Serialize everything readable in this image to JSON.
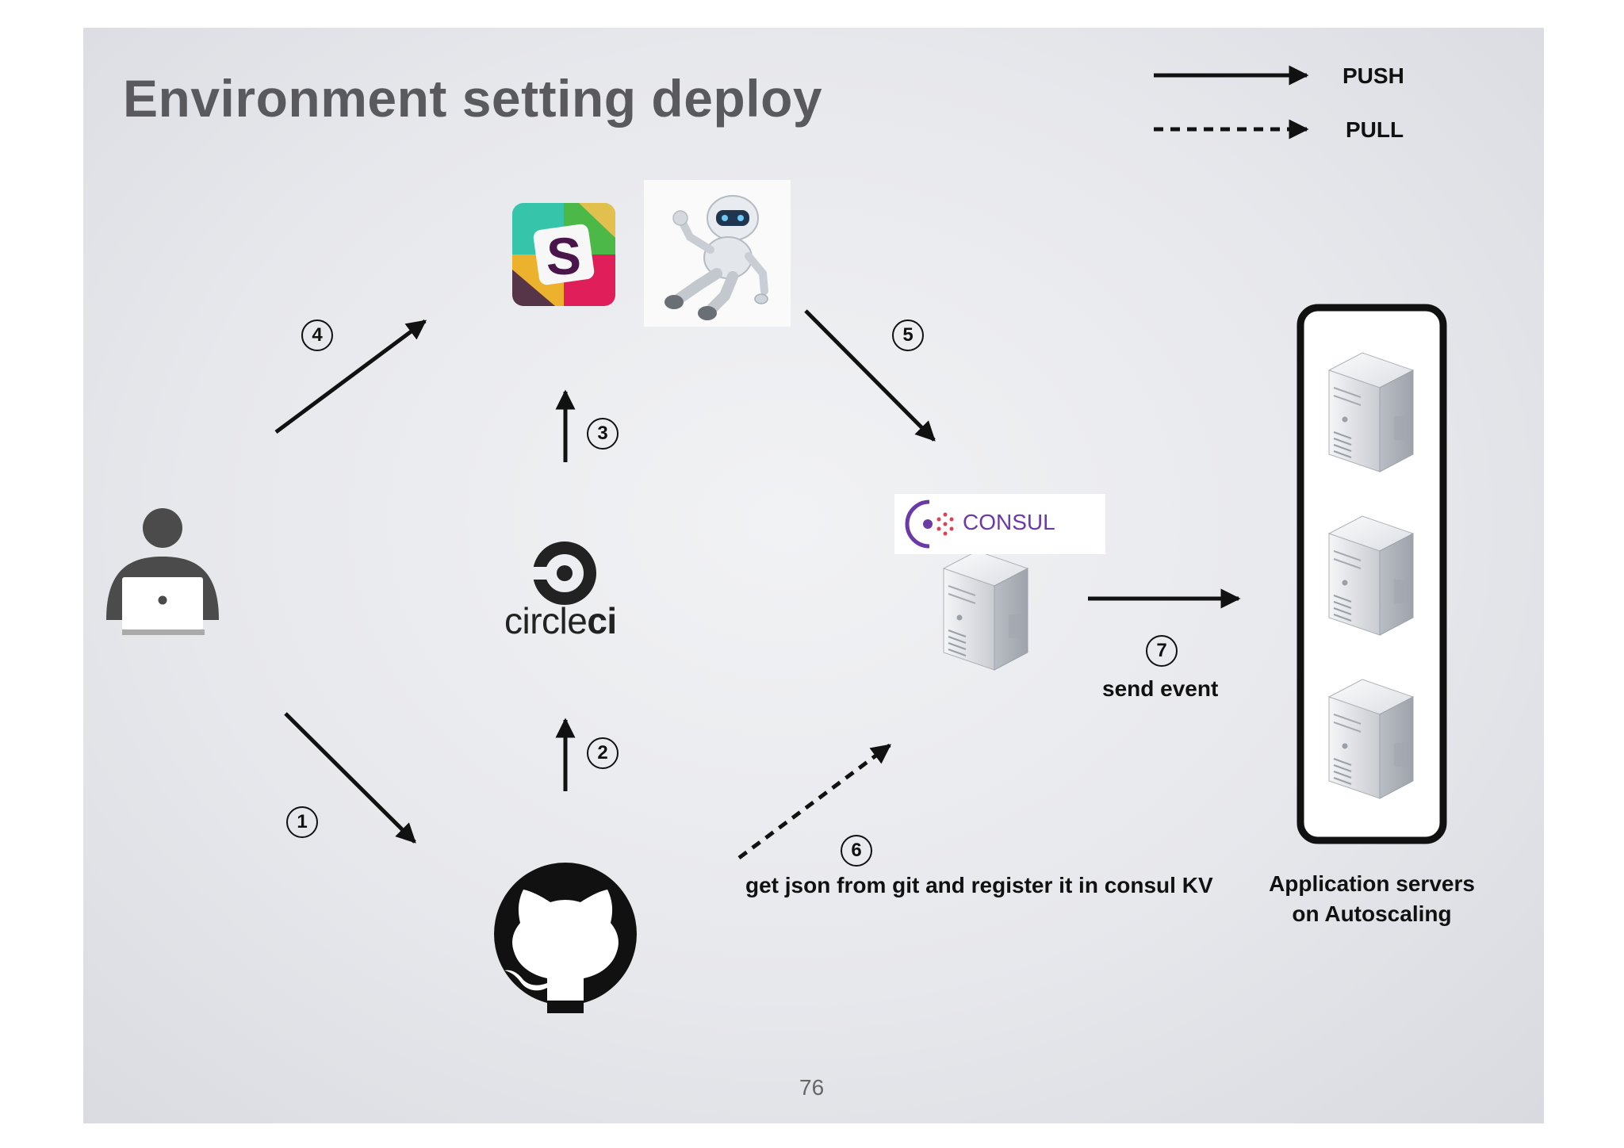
{
  "title": "Environment setting deploy",
  "legend": {
    "push_label": "PUSH",
    "pull_label": "PULL"
  },
  "steps": {
    "s1": "1",
    "s2": "2",
    "s3": "3",
    "s4": "4",
    "s5": "5",
    "s6": "6",
    "s7": "7"
  },
  "captions": {
    "send_event": "send event",
    "get_json": "get json from git and register it in consul KV",
    "app_servers_line1": "Application servers",
    "app_servers_line2": "on Autoscaling"
  },
  "logos": {
    "circleci_light": "circle",
    "circleci_bold": "ci",
    "consul": "CONSUL",
    "slack_letter": "S"
  },
  "page_number": "76",
  "colors": {
    "slack_teal": "#36c5ab",
    "slack_green": "#4bb848",
    "slack_yellow": "#ecb22e",
    "slack_red": "#e01e5a",
    "slack_purple": "#4a154b",
    "consul_purple": "#6b3aa6",
    "consul_red": "#e03e52"
  },
  "icons": [
    "developer-icon",
    "slack-logo-icon",
    "robot-bot-icon",
    "circleci-logo-icon",
    "github-logo-icon",
    "consul-logo-icon",
    "server-icon"
  ]
}
